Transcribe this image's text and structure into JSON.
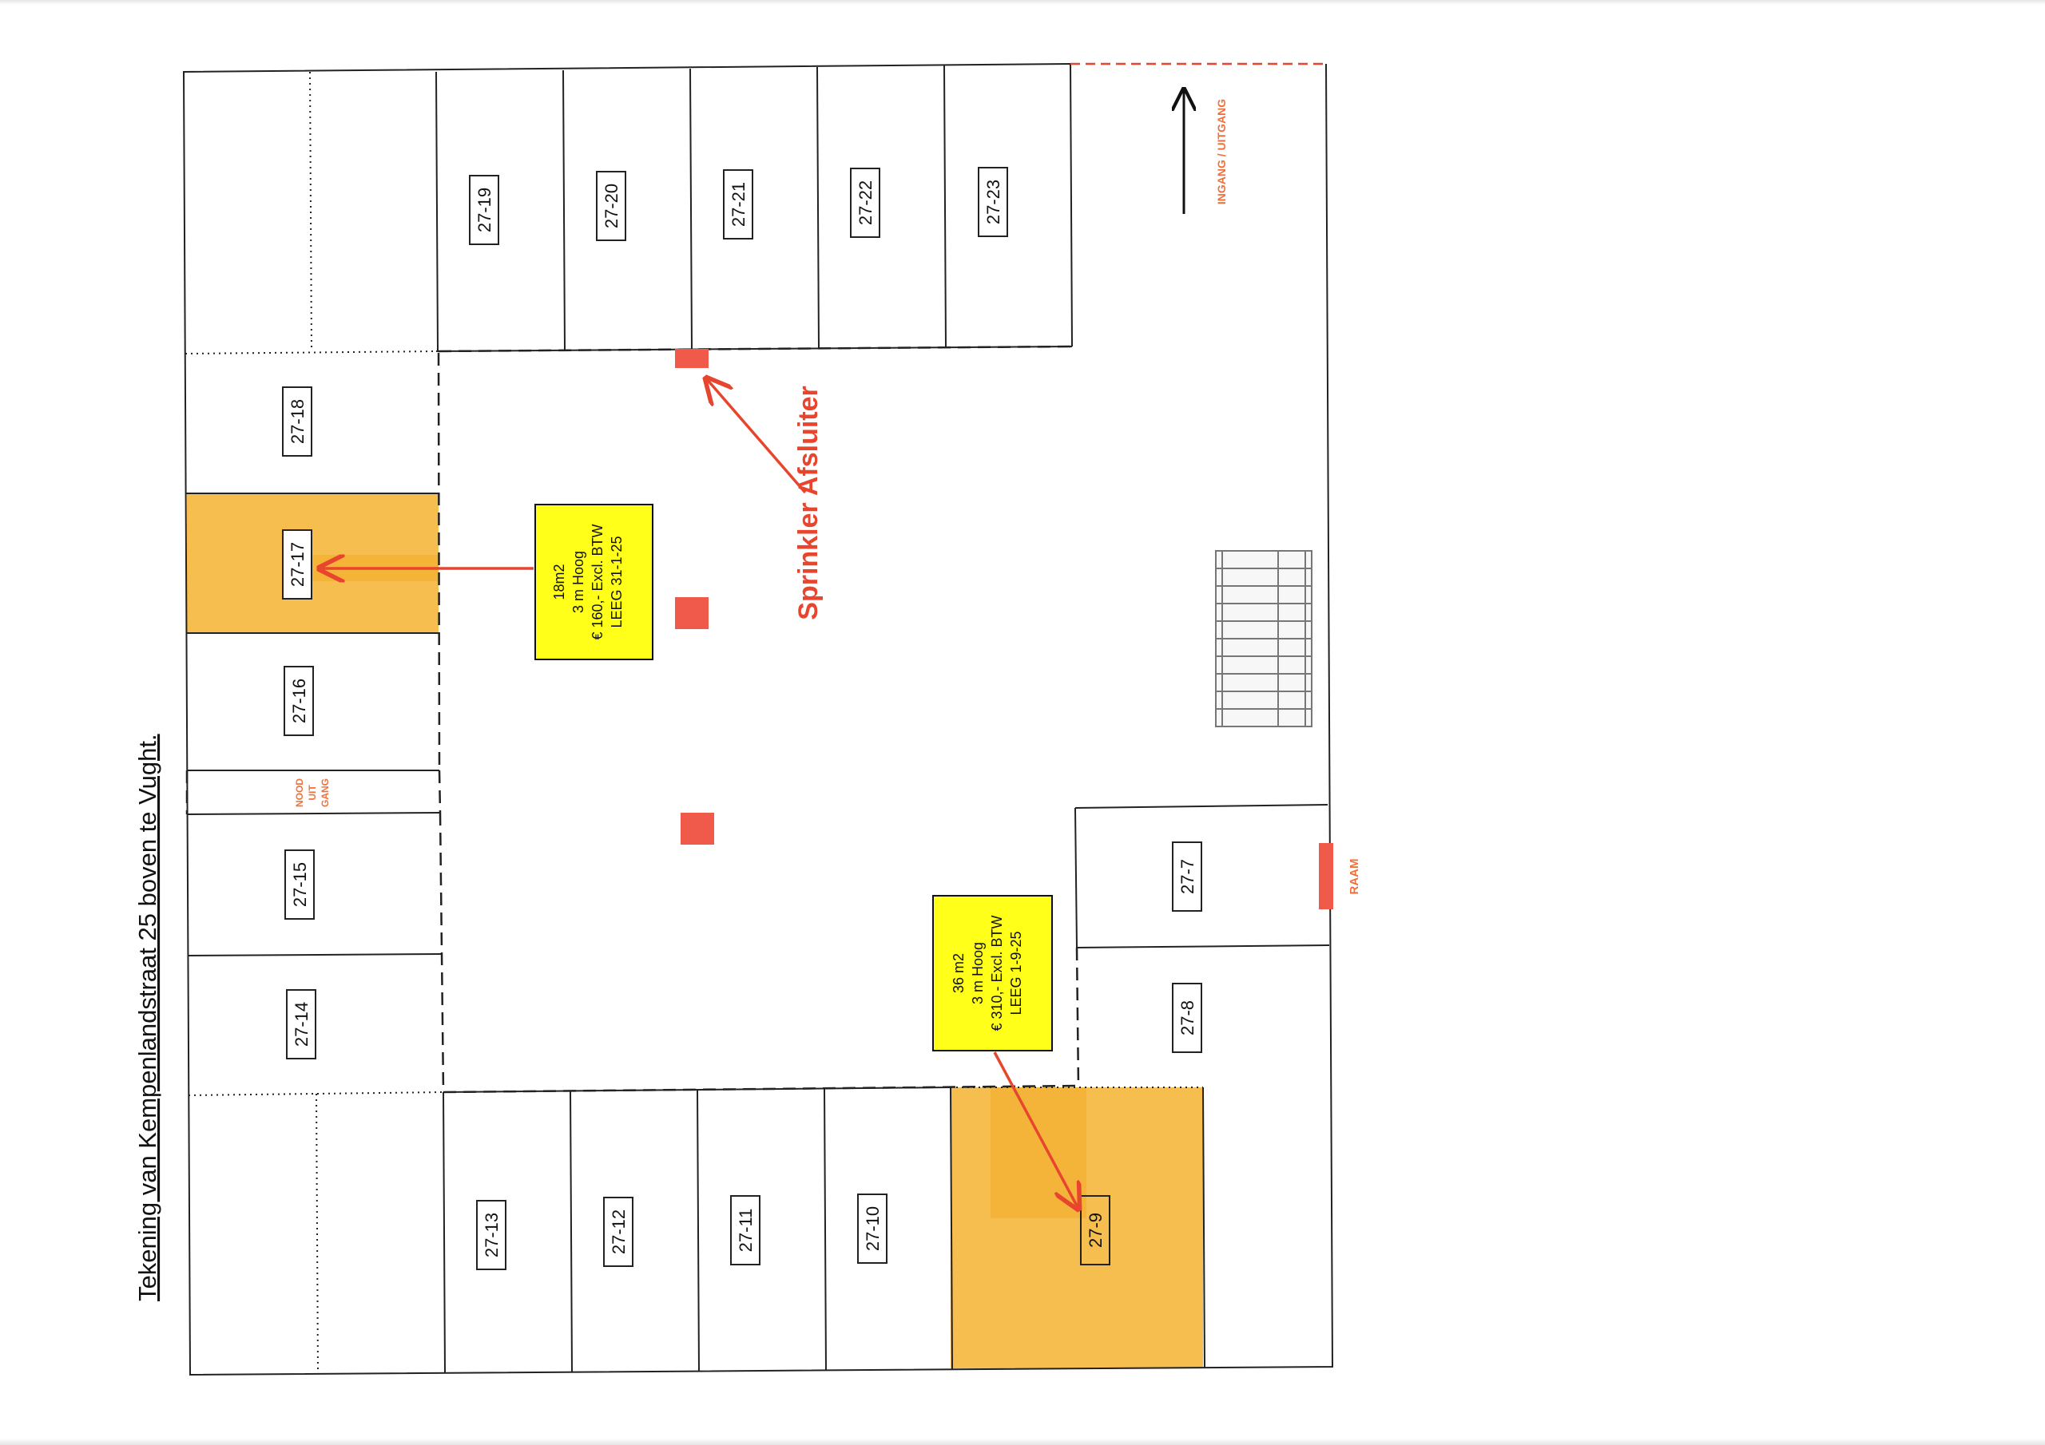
{
  "title": "Tekening van Kempenlandstraat 25 boven te Vught.",
  "units": {
    "u19": "27-19",
    "u20": "27-20",
    "u21": "27-21",
    "u22": "27-22",
    "u23": "27-23",
    "u18": "27-18",
    "u17": "27-17",
    "u16": "27-16",
    "u15": "27-15",
    "u14": "27-14",
    "u13": "27-13",
    "u12": "27-12",
    "u11": "27-11",
    "u10": "27-10",
    "u9": "27-9",
    "u7": "27-7",
    "u8": "27-8"
  },
  "nooduitgang": [
    "NOOD",
    "UIT",
    "GANG"
  ],
  "ingang": "INGANG / UITGANG",
  "sprinkler": "Sprinkler Afsluiter",
  "raam": "RAAM",
  "offer_1": {
    "line1": "18m2",
    "line2": "3 m Hoog",
    "line3": "€ 160,- Excl. BTW",
    "line4": "LEEG 31-1-25",
    "unit": "27-17"
  },
  "offer_2": {
    "line1": "36 m2",
    "line2": "3 m Hoog",
    "line3": "€ 310,- Excl. BTW",
    "line4": "LEEG 1-9-25",
    "unit": "27-9"
  },
  "colors": {
    "highlight": "#f6bd4f",
    "highlight_dark": "#f2ad2a",
    "callout": "#ffff1a",
    "red": "#f05a4a",
    "orange_text": "#f0703a",
    "line": "#222222"
  }
}
